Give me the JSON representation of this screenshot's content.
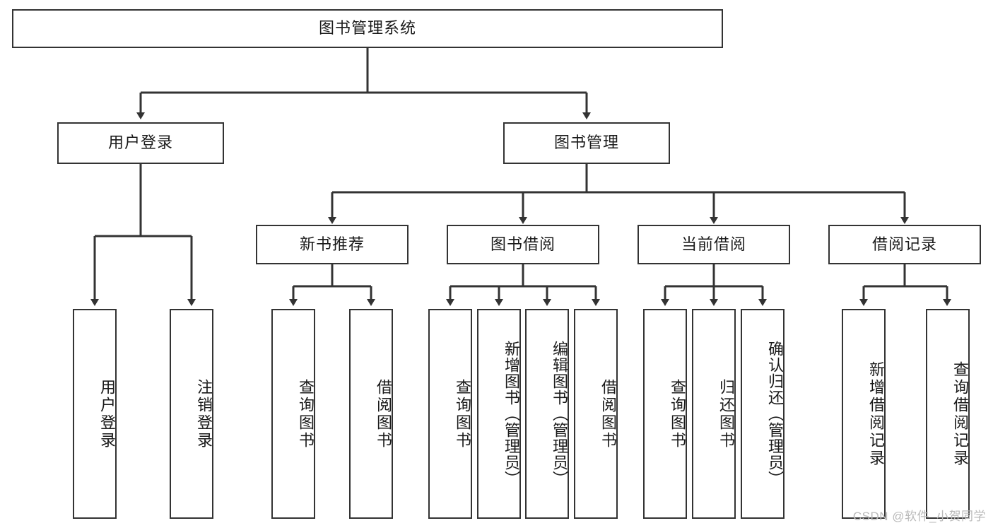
{
  "diagram": {
    "title": "图书管理系统",
    "type": "tree-hierarchy",
    "root": {
      "label": "图书管理系统"
    },
    "level2": [
      {
        "label": "用户登录"
      },
      {
        "label": "图书管理"
      }
    ],
    "level3": [
      {
        "label": "新书推荐"
      },
      {
        "label": "图书借阅"
      },
      {
        "label": "当前借阅"
      },
      {
        "label": "借阅记录"
      }
    ],
    "leaves": {
      "user_login": [
        {
          "label": "用户登录"
        },
        {
          "label": "注销登录"
        }
      ],
      "new_book_recommend": [
        {
          "label": "查询图书"
        },
        {
          "label": "借阅图书"
        }
      ],
      "book_borrow": [
        {
          "label": "查询图书"
        },
        {
          "label": "新增图书（管理员）"
        },
        {
          "label": "编辑图书（管理员）"
        },
        {
          "label": "借阅图书"
        }
      ],
      "current_borrow": [
        {
          "label": "查询图书"
        },
        {
          "label": "归还图书"
        },
        {
          "label": "确认归还（管理员）"
        }
      ],
      "borrow_record": [
        {
          "label": "新增借阅记录"
        },
        {
          "label": "查询借阅记录"
        }
      ]
    }
  },
  "watermark": {
    "text": "CSDN @软件_小贺同学"
  },
  "colors": {
    "stroke": "#333333",
    "fill": "#ffffff",
    "text": "#1a1a1a",
    "watermark": "#b9b9b9"
  }
}
